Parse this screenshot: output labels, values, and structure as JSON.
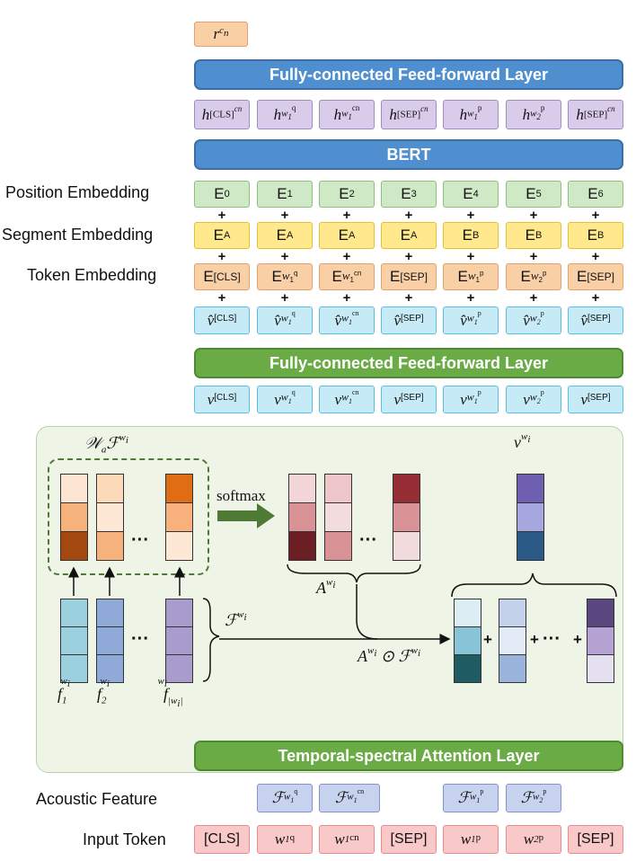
{
  "output": {
    "label": "r",
    "sup": "cn"
  },
  "top_fc_layer": "Fully-connected Feed-forward Layer",
  "bert_label": "BERT",
  "hidden_row": [
    {
      "base": "h",
      "sup": "[CLS]",
      "sup2": "cn"
    },
    {
      "base": "h",
      "sup": "w",
      "supsub": "1",
      "supsup": "q"
    },
    {
      "base": "h",
      "sup": "w",
      "supsub": "1",
      "supsup": "cn"
    },
    {
      "base": "h",
      "sup": "[SEP]",
      "sup2": "cn"
    },
    {
      "base": "h",
      "sup": "w",
      "supsub": "1",
      "supsup": "p"
    },
    {
      "base": "h",
      "sup": "w",
      "supsub": "2",
      "supsup": "p"
    },
    {
      "base": "h",
      "sup": "[SEP]",
      "sup2": "cn"
    }
  ],
  "row_labels": {
    "position": "Position Embedding",
    "segment": "Segment Embedding",
    "token": "Token Embedding",
    "acoustic": "Acoustic Feature",
    "input": "Input Token"
  },
  "position_row": [
    "E0",
    "E1",
    "E2",
    "E3",
    "E4",
    "E5",
    "E6"
  ],
  "position_sub": [
    "0",
    "1",
    "2",
    "3",
    "4",
    "5",
    "6"
  ],
  "segment_row": [
    "A",
    "A",
    "A",
    "A",
    "B",
    "B",
    "B"
  ],
  "token_row": [
    {
      "sub": "[CLS]"
    },
    {
      "sub": "w",
      "subsub": "1",
      "subsup": "q"
    },
    {
      "sub": "w",
      "subsub": "1",
      "subsup": "cn"
    },
    {
      "sub": "[SEP]"
    },
    {
      "sub": "w",
      "subsub": "1",
      "subsup": "p"
    },
    {
      "sub": "w",
      "subsub": "2",
      "subsup": "p"
    },
    {
      "sub": "[SEP]"
    }
  ],
  "vhat_row": [
    "[CLS]",
    "w1q",
    "w1cn",
    "[SEP]",
    "w1p",
    "w2p",
    "[SEP]"
  ],
  "mid_fc_layer": "Fully-connected Feed-forward Layer",
  "v_row": [
    "[CLS]",
    "w1q",
    "w1cn",
    "[SEP]",
    "w1p",
    "w2p",
    "[SEP]"
  ],
  "attention": {
    "layer_label": "Temporal-spectral Attention Layer",
    "softmax": "softmax",
    "wa_f": "WaF",
    "v_wi": "v",
    "a_wi": "A",
    "f_wi": "F",
    "product": "A ⊙ F",
    "f1": "f1",
    "f2": "f2",
    "fw": "f|wi|",
    "dots": "···",
    "plus": "+"
  },
  "acoustic_row": [
    {
      "pos": 1,
      "supsub": "1",
      "supsup": "q"
    },
    {
      "pos": 2,
      "supsub": "1",
      "supsup": "cn"
    },
    {
      "pos": 4,
      "supsub": "1",
      "supsup": "p"
    },
    {
      "pos": 5,
      "supsub": "2",
      "supsup": "p"
    }
  ],
  "input_row": [
    {
      "text": "[CLS]"
    },
    {
      "w": "w",
      "sub": "1",
      "sup": "q"
    },
    {
      "w": "w",
      "sub": "1",
      "sup": "cn"
    },
    {
      "text": "[SEP]"
    },
    {
      "w": "w",
      "sub": "1",
      "sup": "p"
    },
    {
      "w": "w",
      "sub": "2",
      "sup": "p"
    },
    {
      "text": "[SEP]"
    }
  ],
  "colors": {
    "layer_blue": "#4f8fd0",
    "layer_green": "#6aab45",
    "panel_bg": "#eef5e6"
  }
}
